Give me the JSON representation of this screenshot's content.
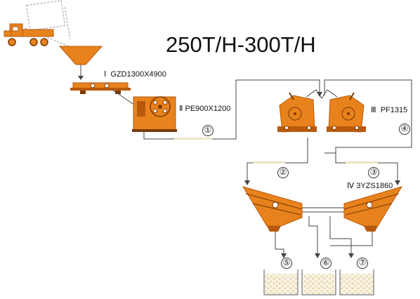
{
  "title": "250T/H-300T/H",
  "colors": {
    "machine": "#e8821c",
    "machine_dark": "#b85a0c",
    "line": "#444444",
    "pile": "#f6efdc"
  },
  "equipment": [
    {
      "roman": "Ⅰ",
      "model": "GZD1300X4900"
    },
    {
      "roman": "Ⅱ",
      "model": "PE900X1200"
    },
    {
      "roman": "Ⅲ",
      "model": "PF1315"
    },
    {
      "roman": "Ⅳ",
      "model": "3YZS1860"
    }
  ],
  "flows": [
    "①",
    "②",
    "③",
    "④",
    "⑤",
    "⑥",
    "⑦"
  ]
}
